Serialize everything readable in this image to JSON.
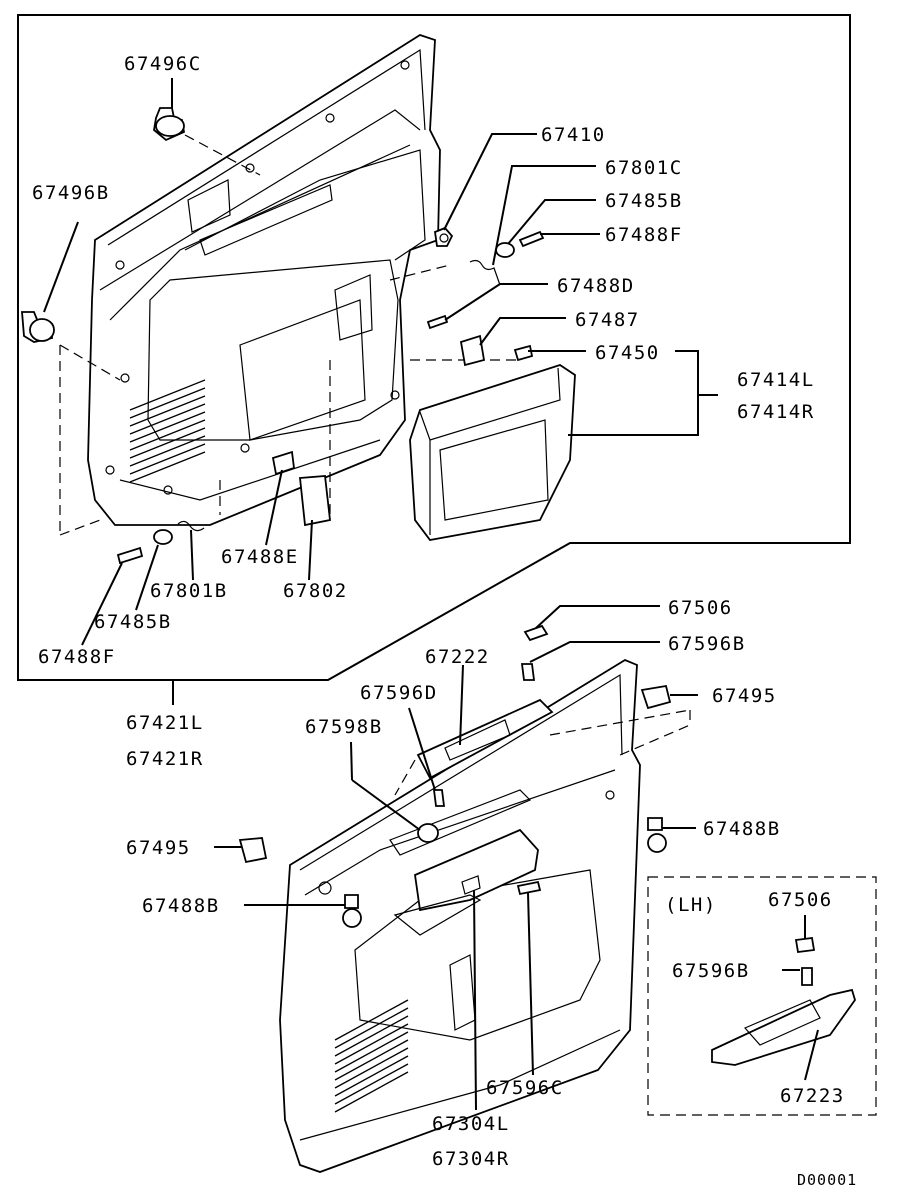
{
  "diagram_id": "D00001",
  "inset_title": "(LH)",
  "part_labels": {
    "p67496C": "67496C",
    "p67496B": "67496B",
    "p67410": "67410",
    "p67801C": "67801C",
    "p67485B_top": "67485B",
    "p67488F_top": "67488F",
    "p67488D": "67488D",
    "p67487": "67487",
    "p67450": "67450",
    "p67414L": "67414L",
    "p67414R": "67414R",
    "p67488E": "67488E",
    "p67802": "67802",
    "p67801B": "67801B",
    "p67485B_bottom": "67485B",
    "p67488F_bottom": "67488F",
    "p67421L": "67421L",
    "p67421R": "67421R",
    "p67506": "67506",
    "p67596B": "67596B",
    "p67222": "67222",
    "p67495_right": "67495",
    "p67596D": "67596D",
    "p67598B": "67598B",
    "p67488B_right": "67488B",
    "p67495_left": "67495",
    "p67488B_left": "67488B",
    "p67596C": "67596C",
    "p67304L": "67304L",
    "p67304R": "67304R",
    "inset_67506": "67506",
    "inset_67596B": "67596B",
    "inset_67223": "67223"
  }
}
